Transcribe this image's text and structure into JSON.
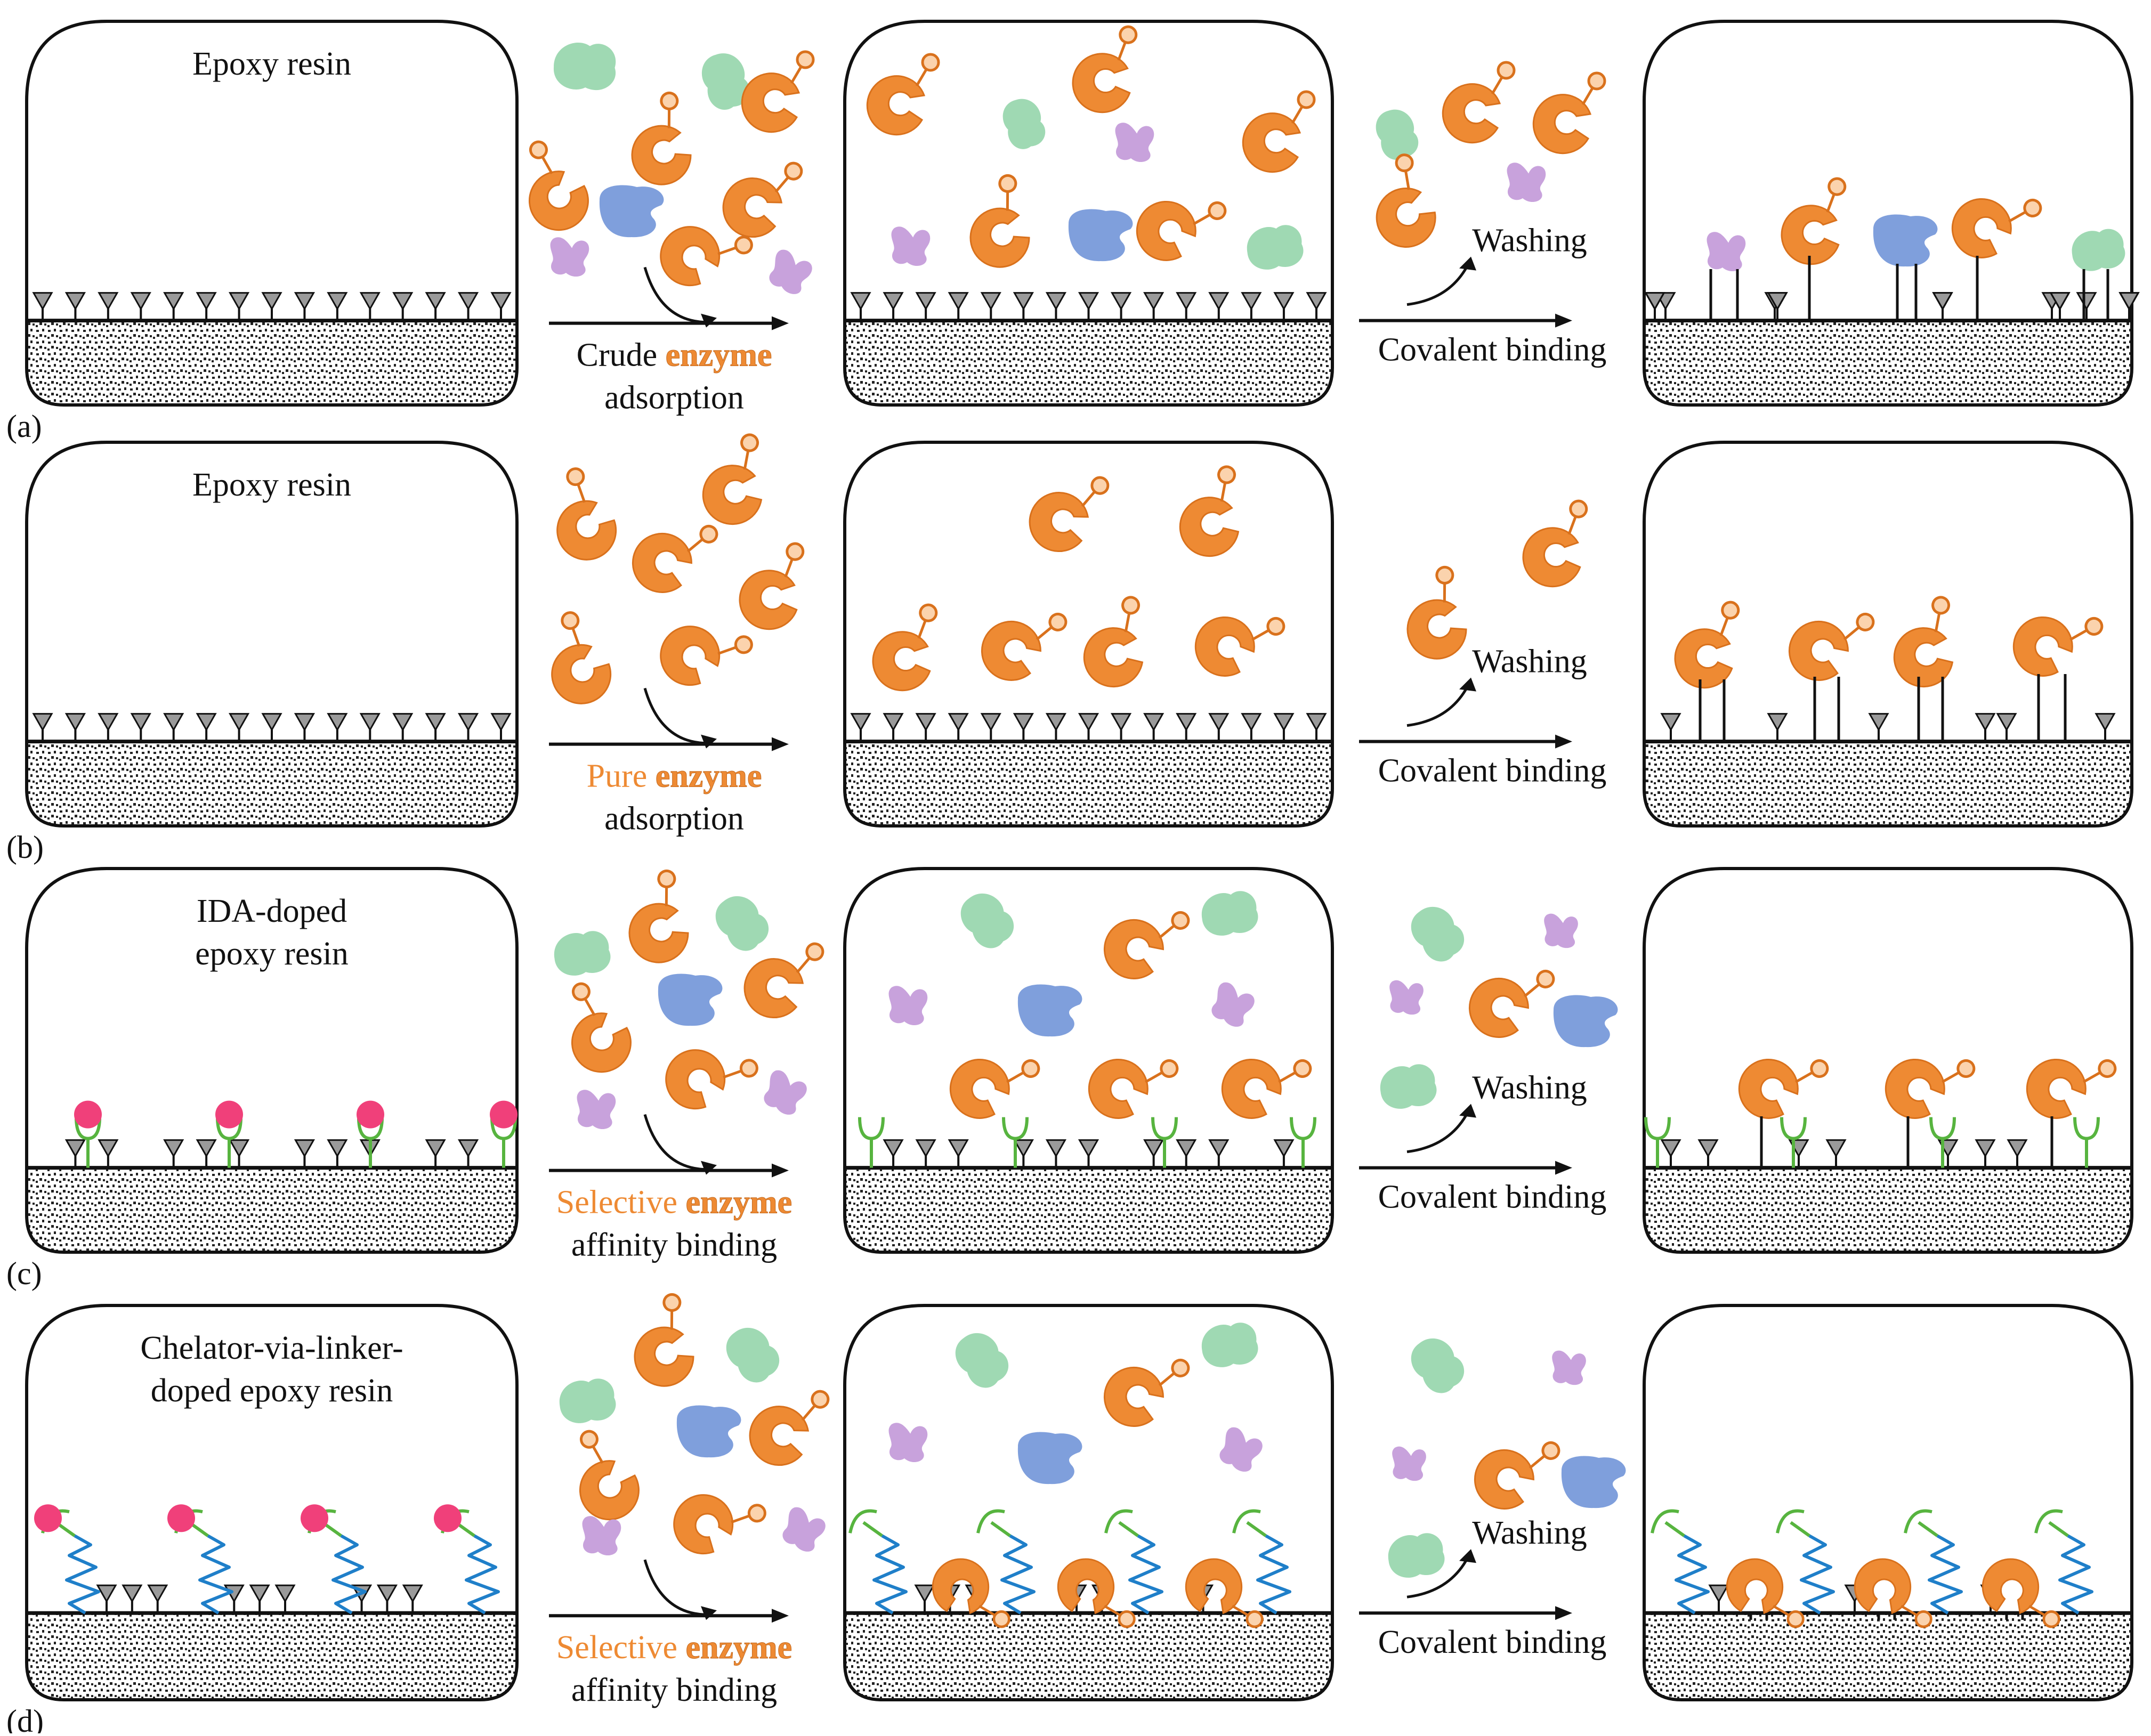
{
  "colors": {
    "enzyme": "#ee8a33",
    "enzyme_stroke": "#d9711c",
    "green_protein": "#9fd9b3",
    "purple_protein": "#c8a2dc",
    "blue_protein": "#7f9fdc",
    "chelator_ball": "#f0407a",
    "ligand_green": "#57b43f",
    "linker_blue": "#1f7fc9",
    "support_dots": "#222222"
  },
  "rows": [
    {
      "panel": "a",
      "panel_label": "(a)",
      "support_title": [
        "Epoxy resin"
      ],
      "step1": {
        "prefix": "Crude",
        "highlight": "enzyme",
        "line2": "adsorption"
      },
      "step2": {
        "side_label": "Washing",
        "main_label": "Covalent binding"
      }
    },
    {
      "panel": "b",
      "panel_label": "(b)",
      "support_title": [
        "Epoxy resin"
      ],
      "step1": {
        "prefix": "Pure",
        "highlight": "enzyme",
        "line2": "adsorption"
      },
      "step2": {
        "side_label": "Washing",
        "main_label": "Covalent binding"
      }
    },
    {
      "panel": "c",
      "panel_label": "(c)",
      "support_title": [
        "IDA-doped",
        "epoxy resin"
      ],
      "step1": {
        "prefix": "Selective",
        "highlight": "enzyme",
        "line2": "affinity binding"
      },
      "step2": {
        "side_label": "Washing",
        "main_label": "Covalent binding"
      }
    },
    {
      "panel": "d",
      "panel_label": "(d)",
      "support_title": [
        "Chelator-via-linker-",
        "doped  epoxy resin"
      ],
      "step1": {
        "prefix": "Selective",
        "highlight": "enzyme",
        "line2": "affinity binding"
      },
      "step2": {
        "side_label": "Washing",
        "main_label": "Covalent binding"
      }
    }
  ]
}
